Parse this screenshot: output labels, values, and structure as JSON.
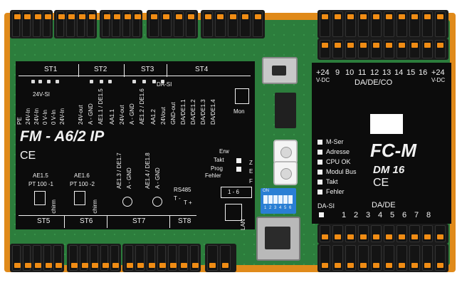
{
  "left_module": {
    "top_headers": [
      "ST1",
      "ST2",
      "ST3",
      "ST4"
    ],
    "supply_label": "24V-SI",
    "st1_pins": [
      "PE",
      "24V-In",
      "24V-In",
      "0 V-In",
      "0 V-In",
      "24V-In"
    ],
    "st2_pins": [
      "24V-out",
      "A - GND",
      "AE1.1 / DE1.5"
    ],
    "st3_pins": [
      "AA1.1",
      "24V-out",
      "A - GND",
      "AE1.2 / DE1.6"
    ],
    "st4_pins": [
      "AA1.2",
      "24Vout",
      "GND-out",
      "DA/DE1.1",
      "DA/DE1.2",
      "DA/DE1.3",
      "DA/DE1.4"
    ],
    "da_si_label": "DA-SI",
    "mon_label": "Mon",
    "title": "FM - A6/2 IP",
    "ce_mark": "CE",
    "ae15_label": "AE1.5",
    "ae16_label": "AE1.6",
    "pt1_label": "PT 100 -1",
    "pt2_label": "PT 100 -2",
    "schirm_label": "Schirm",
    "st7_pins": [
      "AE1.3 / DE1.7",
      "A - GND",
      "AE1.4 / DE1.8",
      "A - GND"
    ],
    "rs485_label": "RS485",
    "rs485_pins": [
      "T -",
      "T +"
    ],
    "bottom_headers": [
      "ST5",
      "ST6",
      "ST7",
      "ST8"
    ],
    "status_labels": [
      "Erw",
      "Takt",
      "Prog",
      "Fehler"
    ],
    "status_letters": [
      "Z",
      "E",
      "F"
    ],
    "address_label": "1 - 6",
    "lan_label": "LAN",
    "dip_on_label": "ON",
    "dip_numbers": [
      "1",
      "2",
      "3",
      "4",
      "5",
      "6"
    ]
  },
  "right_module": {
    "voltage_left": "+24",
    "voltage_right": "+24",
    "vdc_left": "V-DC",
    "vdc_right": "V-DC",
    "channel_numbers": [
      "9",
      "10",
      "11",
      "12",
      "13",
      "14",
      "15",
      "16"
    ],
    "top_label": "DA/DE/CO",
    "title": "FC-M",
    "subtitle": "DM 16",
    "ce_mark": "CE",
    "status_list": [
      "M-Ser",
      "Adresse",
      "CPU OK",
      "Modul Bus",
      "Takt",
      "Fehler"
    ],
    "da_si_label": "DA-SI",
    "bottom_label": "DA/DE",
    "bottom_numbers": [
      "1",
      "2",
      "3",
      "4",
      "5",
      "6",
      "7",
      "8"
    ]
  },
  "colors": {
    "housing_orange": "#e08a1a",
    "pcb_green": "#2c7d3c",
    "panel_black": "#0c0c0c",
    "dip_blue": "#2a7fd4"
  }
}
